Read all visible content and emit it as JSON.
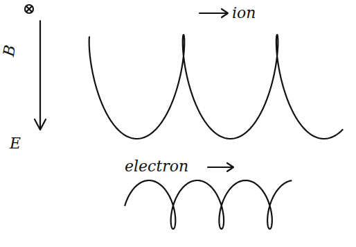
{
  "diagram": {
    "labels": [
      "ion",
      "B",
      "E",
      "electron"
    ]
  }
}
